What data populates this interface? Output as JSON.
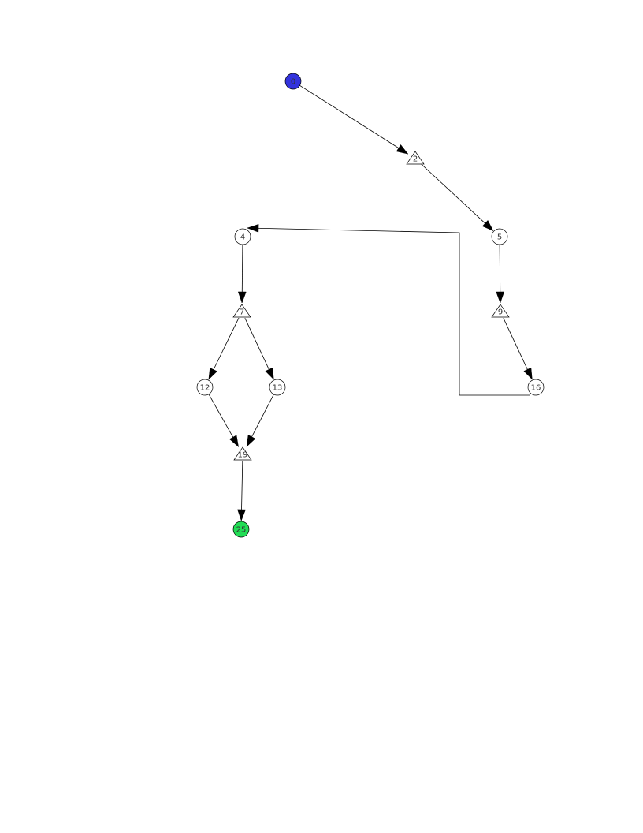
{
  "graph": {
    "nodes": [
      {
        "id": "n0",
        "label": "0",
        "shape": "circle",
        "fill": "#3333dd"
      },
      {
        "id": "n2",
        "label": "2",
        "shape": "triangle",
        "fill": "#ffffff"
      },
      {
        "id": "n5",
        "label": "5",
        "shape": "circle",
        "fill": "#ffffff"
      },
      {
        "id": "n4",
        "label": "4",
        "shape": "circle",
        "fill": "#ffffff"
      },
      {
        "id": "n7",
        "label": "7",
        "shape": "triangle",
        "fill": "#ffffff"
      },
      {
        "id": "n9",
        "label": "9",
        "shape": "triangle",
        "fill": "#ffffff"
      },
      {
        "id": "n12",
        "label": "12",
        "shape": "circle",
        "fill": "#ffffff"
      },
      {
        "id": "n13",
        "label": "13",
        "shape": "circle",
        "fill": "#ffffff"
      },
      {
        "id": "n16",
        "label": "16",
        "shape": "circle",
        "fill": "#ffffff"
      },
      {
        "id": "n19",
        "label": "19",
        "shape": "triangle",
        "fill": "#ffffff"
      },
      {
        "id": "n25",
        "label": "25",
        "shape": "circle",
        "fill": "#22dd55"
      }
    ],
    "edges": [
      {
        "from": "n0",
        "to": "n2"
      },
      {
        "from": "n2",
        "to": "n5"
      },
      {
        "from": "n5",
        "to": "n9"
      },
      {
        "from": "n9",
        "to": "n16"
      },
      {
        "from": "n16",
        "to": "n4"
      },
      {
        "from": "n4",
        "to": "n7"
      },
      {
        "from": "n7",
        "to": "n12"
      },
      {
        "from": "n7",
        "to": "n13"
      },
      {
        "from": "n12",
        "to": "n19"
      },
      {
        "from": "n13",
        "to": "n19"
      },
      {
        "from": "n19",
        "to": "n25"
      }
    ]
  }
}
